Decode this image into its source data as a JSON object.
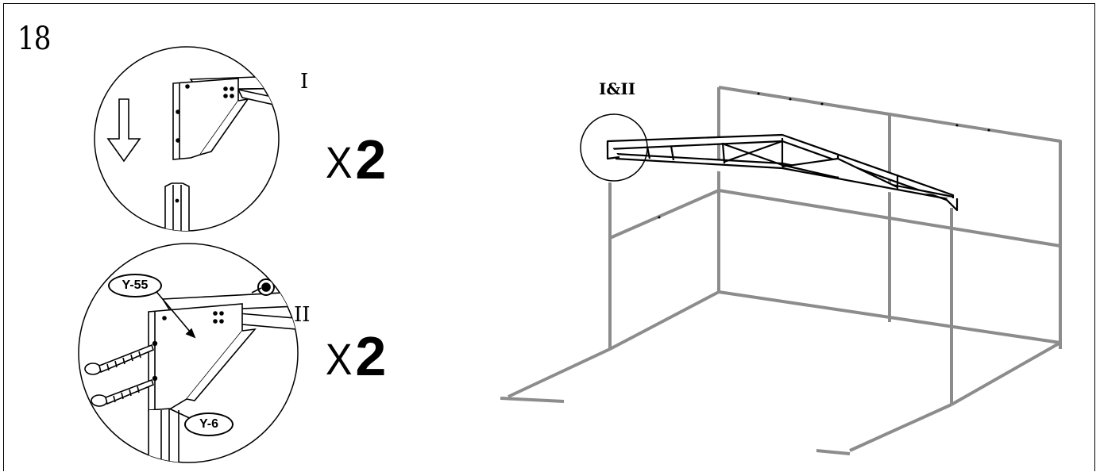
{
  "step_number": "18",
  "details": [
    {
      "label": "I",
      "multiplier_symbol": "X",
      "multiplier_count": "2"
    },
    {
      "label": "II",
      "multiplier_symbol": "X",
      "multiplier_count": "2",
      "parts": [
        "Y-55",
        "Y-6"
      ]
    }
  ],
  "callout_label": "I&II",
  "colors": {
    "ink": "#000000",
    "frame_gray": "#8c8c8c"
  }
}
